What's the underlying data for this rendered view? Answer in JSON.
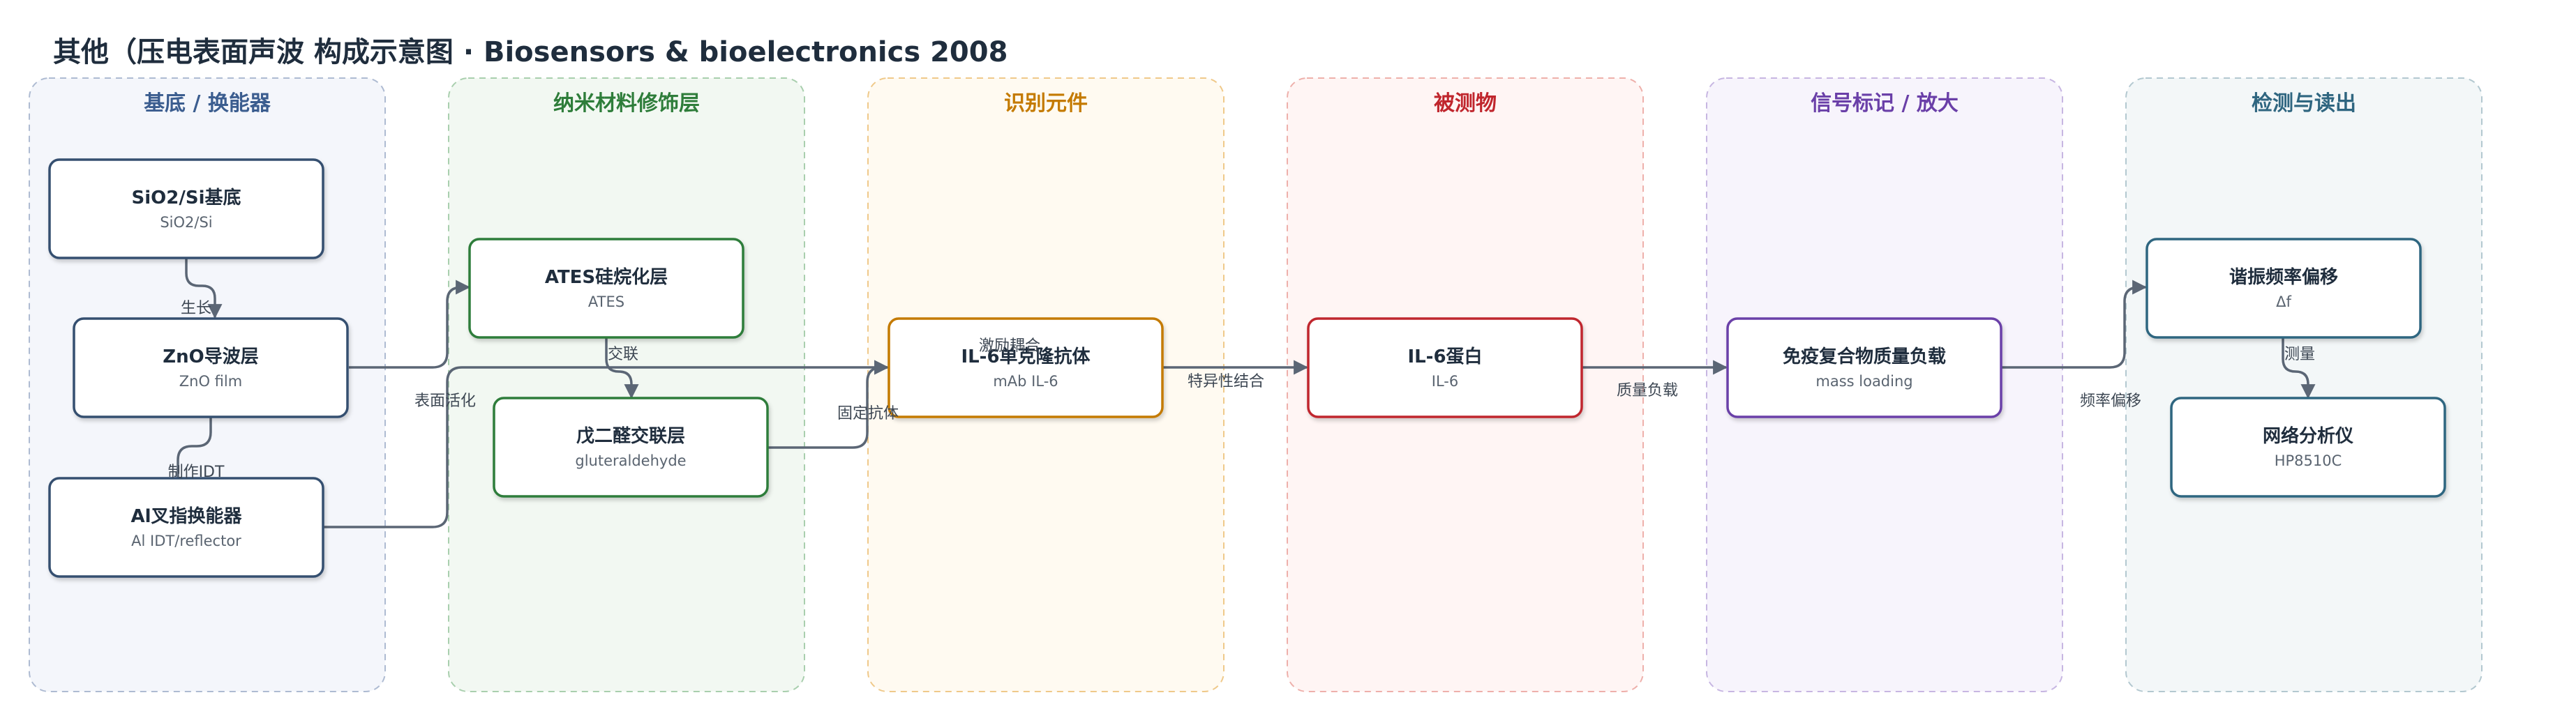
{
  "title": "其他（压电表面声波 构成示意图 · Biosensors & bioelectronics 2008",
  "lanes": [
    {
      "title": "基底 / 换能器",
      "color": "#3b5d8f",
      "fill": "#f4f6fb",
      "stroke": "#aebbd2"
    },
    {
      "title": "纳米材料修饰层",
      "color": "#2e7d3a",
      "fill": "#f2f8f2",
      "stroke": "#a9cfae"
    },
    {
      "title": "识别元件",
      "color": "#c47a00",
      "fill": "#fffaf1",
      "stroke": "#efc98a"
    },
    {
      "title": "被测物",
      "color": "#c0262d",
      "fill": "#fff5f4",
      "stroke": "#eeb0ab"
    },
    {
      "title": "信号标记 / 放大",
      "color": "#6a3fa8",
      "fill": "#f7f4fc",
      "stroke": "#c7b6e2"
    },
    {
      "title": "检测与读出",
      "color": "#2f6680",
      "fill": "#f3f7f8",
      "stroke": "#b3c8d0"
    }
  ],
  "nodes": [
    {
      "id": "sio2",
      "title": "SiO2/Si基底",
      "sub": "SiO2/Si",
      "stroke": "#34506f"
    },
    {
      "id": "zno",
      "title": "ZnO导波层",
      "sub": "ZnO film",
      "stroke": "#34506f"
    },
    {
      "id": "idt",
      "title": "Al叉指换能器",
      "sub": "Al IDT/reflector",
      "stroke": "#34506f"
    },
    {
      "id": "ates",
      "title": "ATES硅烷化层",
      "sub": "ATES",
      "stroke": "#2e7d3a"
    },
    {
      "id": "glut",
      "title": "戊二醛交联层",
      "sub": "gluteraldehyde",
      "stroke": "#2e7d3a"
    },
    {
      "id": "mab",
      "title": "IL-6单克隆抗体",
      "sub": "mAb IL-6",
      "stroke": "#c47a00"
    },
    {
      "id": "il6",
      "title": "IL-6蛋白",
      "sub": "IL-6",
      "stroke": "#c0262d"
    },
    {
      "id": "mass",
      "title": "免疫复合物质量负载",
      "sub": "mass loading",
      "stroke": "#6a3fa8"
    },
    {
      "id": "freq",
      "title": "谐振频率偏移",
      "sub": "Δf",
      "stroke": "#2f6680"
    },
    {
      "id": "hp",
      "title": "网络分析仪",
      "sub": "HP8510C",
      "stroke": "#2f6680"
    }
  ],
  "edge_labels": {
    "grow": "生长",
    "idt": "制作IDT",
    "surface": "表面活化",
    "crosslink": "交联",
    "fix": "固定抗体",
    "coupling": "激励耦合",
    "specific": "特异性结合",
    "load": "质量负载",
    "shift": "频率偏移",
    "measure": "测量"
  }
}
